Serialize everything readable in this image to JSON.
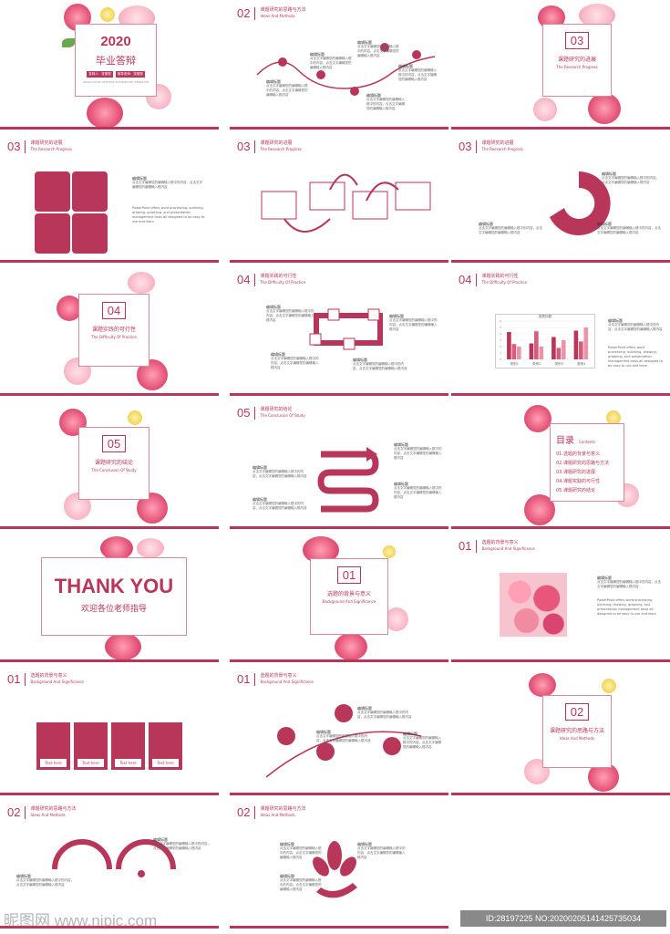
{
  "cover": {
    "year": "2020",
    "title": "毕业答辩",
    "names": [
      "答辩人：张丽丽",
      "指导老师：张丽丽"
    ],
    "sub": "GRADUATION DEFENSE POWERPOINT TEMPLATE"
  },
  "placeholder": {
    "heading": "编辑标题",
    "body": "点击文字编辑您的编辑输入框中的内容，点击文字编辑您的编辑输入框内容"
  },
  "placeholder_en": "PowerPoint offers word processing, outlining, drawing, graphing, and presentation management tools all designed to be easy to use and learn",
  "sections": {
    "s01": {
      "num": "01",
      "cn": "选题的背景与意义",
      "en": "Background And Significance"
    },
    "s02": {
      "num": "02",
      "cn": "课题研究的思路与方法",
      "en": "Ideas And Methods"
    },
    "s03": {
      "num": "03",
      "cn": "课题研究的进展",
      "en": "The Research Progress"
    },
    "s04": {
      "num": "04",
      "cn": "课题实践的可行性",
      "en": "The Difficulty Of Practice"
    },
    "s05": {
      "num": "05",
      "cn": "课题研究的结论",
      "en": "The Conclusion Of Study"
    }
  },
  "contents": {
    "title": "目录",
    "title_en": "Contents",
    "items": [
      "01.选题的背景与意义",
      "02.课题研究的思路与方法",
      "03.课题研究的进展",
      "04.课题实践的可行性",
      "05.课题研究的结论"
    ]
  },
  "thanks": {
    "en": "THANK YOU",
    "cn": "欢迎各位老师指导"
  },
  "chart_data": {
    "type": "bar",
    "title": "图表标题",
    "categories": [
      "类别1",
      "类别2",
      "类别3",
      "类别4"
    ],
    "series": [
      {
        "values": [
          4.3,
          2.5,
          3.5,
          4.5
        ]
      },
      {
        "values": [
          2.4,
          4.4,
          1.8,
          2.8
        ]
      },
      {
        "values": [
          2,
          2,
          3,
          5
        ]
      }
    ],
    "ylim": [
      0,
      6
    ]
  },
  "text_here": "Text here",
  "watermark": {
    "left": "昵图网 www.nipic.com",
    "right": "ID:28197225 NO:20200205141425735034"
  },
  "colors": {
    "accent": "#b8365a"
  }
}
